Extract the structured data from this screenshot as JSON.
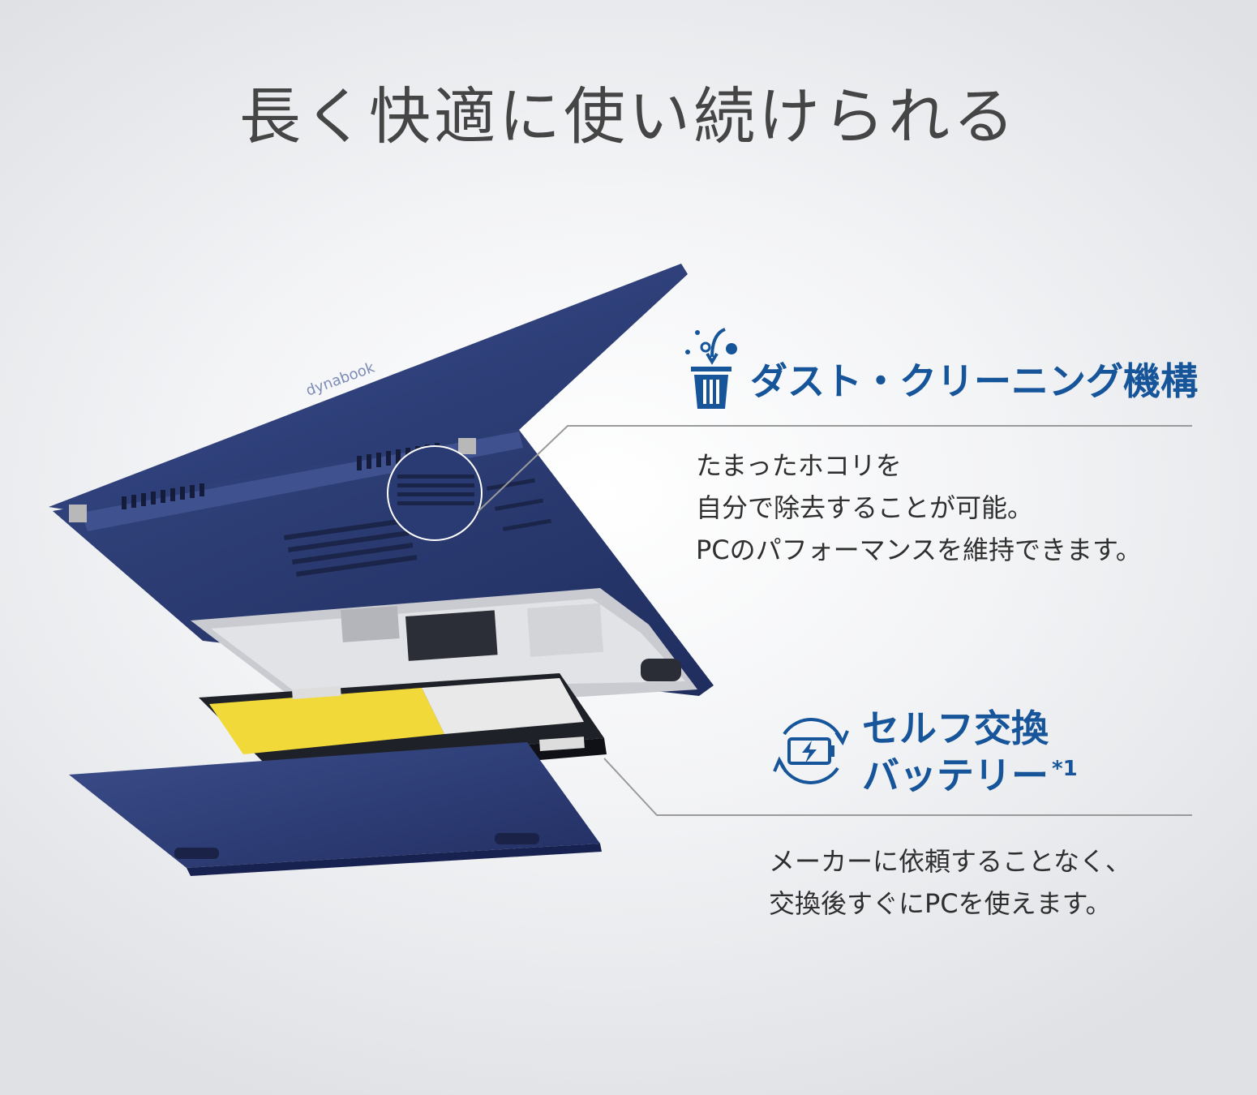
{
  "headline": "長く快適に使い続けられる",
  "features": [
    {
      "title": "ダスト・クリーニング機構",
      "icon": "dust-bin-icon",
      "description": [
        "たまったホコリを",
        "自分で除去することが可能。",
        "PCのパフォーマンスを維持できます。"
      ]
    },
    {
      "title_line1": "セルフ交換",
      "title_line2": "バッテリー",
      "footnote": "*1",
      "icon": "battery-swap-icon",
      "description": [
        "メーカーに依頼することなく、",
        "交換後すぐにPCを使えます。"
      ]
    }
  ],
  "colors": {
    "accent": "#17559a",
    "laptop": "#2b3b7a",
    "battery_label": "#f1d93a"
  }
}
